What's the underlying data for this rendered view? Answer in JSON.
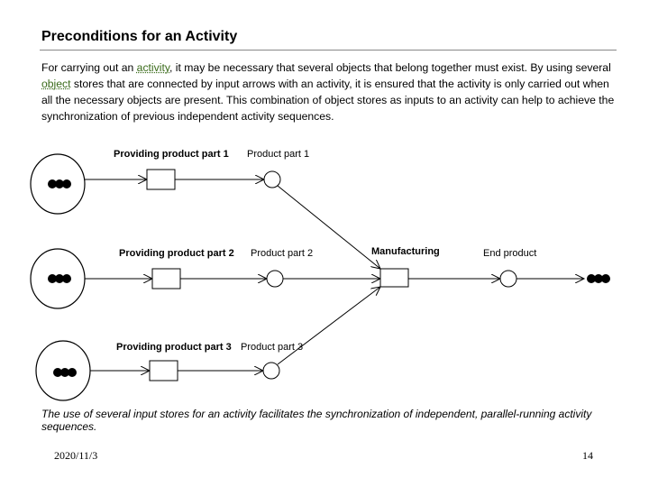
{
  "title": "Preconditions for an Activity",
  "intro": {
    "part1": "For carrying out an ",
    "link1": "activity",
    "part2": ", it may be necessary that several objects that belong together must exist. By using several ",
    "link2": "object",
    "part3": " stores that are connected by input arrows with an activity, it is ensured that the activity is only carried out when all the necessary objects are present. This combination of object stores as inputs to an activity can help to achieve the synchronization  of previous independent activity sequences."
  },
  "diagram": {
    "activity1": "Providing product part 1",
    "object1": "Product part 1",
    "activity2": "Providing product part 2",
    "object2": "Product part 2",
    "activity3": "Providing product part 3",
    "object3": "Product part 3",
    "merge": "Manufacturing",
    "output": "End product"
  },
  "caption": "The use of several input stores for an activity facilitates the synchronization of independent, parallel-running activity sequences.",
  "footer": {
    "date": "2020/11/3",
    "page": "14"
  }
}
